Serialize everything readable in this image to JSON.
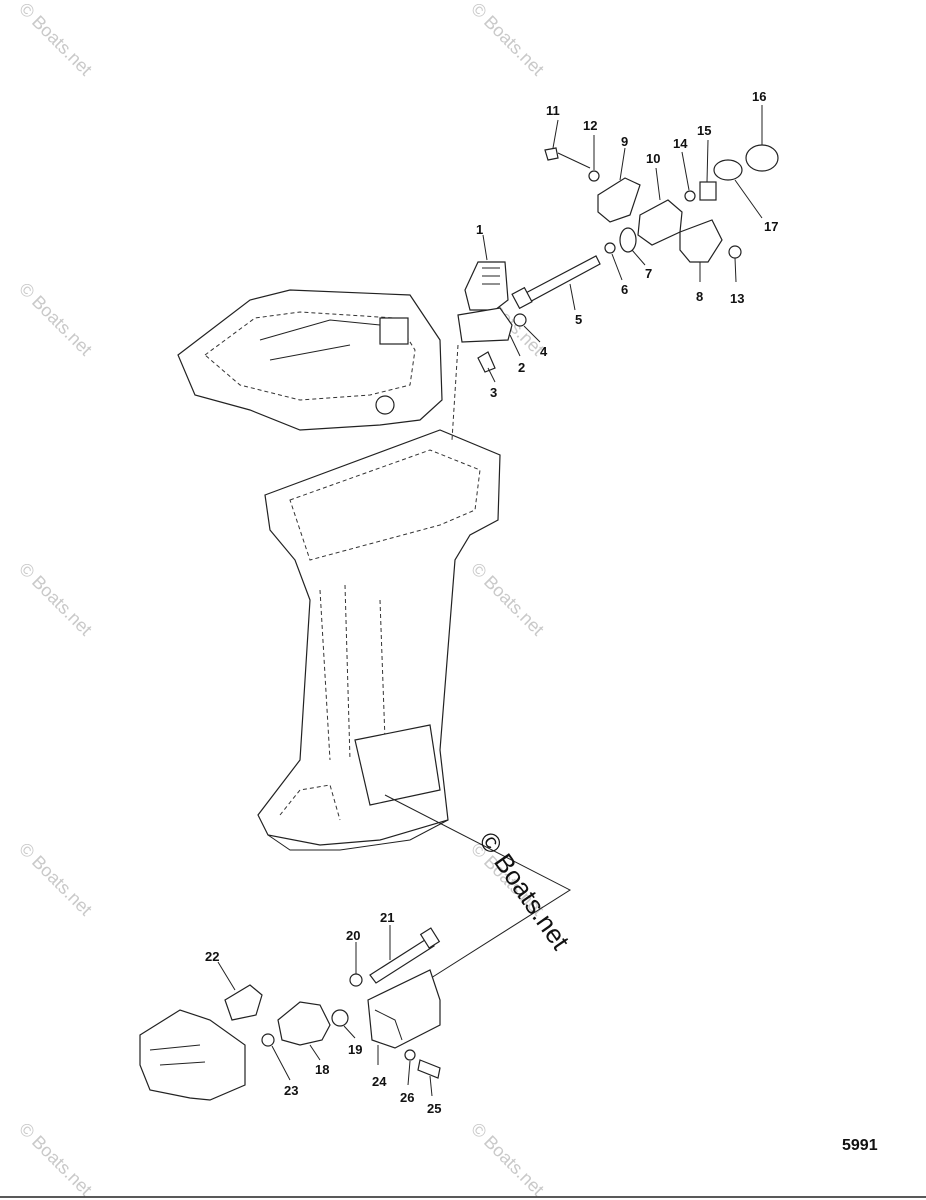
{
  "diagram": {
    "figure_code": "5991",
    "watermark_big": "© Boats.net",
    "watermark_small": "© Boats.net",
    "callouts": [
      "1",
      "2",
      "3",
      "4",
      "5",
      "6",
      "7",
      "8",
      "9",
      "10",
      "11",
      "12",
      "13",
      "14",
      "15",
      "16",
      "17",
      "18",
      "19",
      "20",
      "21",
      "22",
      "23",
      "24",
      "25",
      "26"
    ]
  }
}
